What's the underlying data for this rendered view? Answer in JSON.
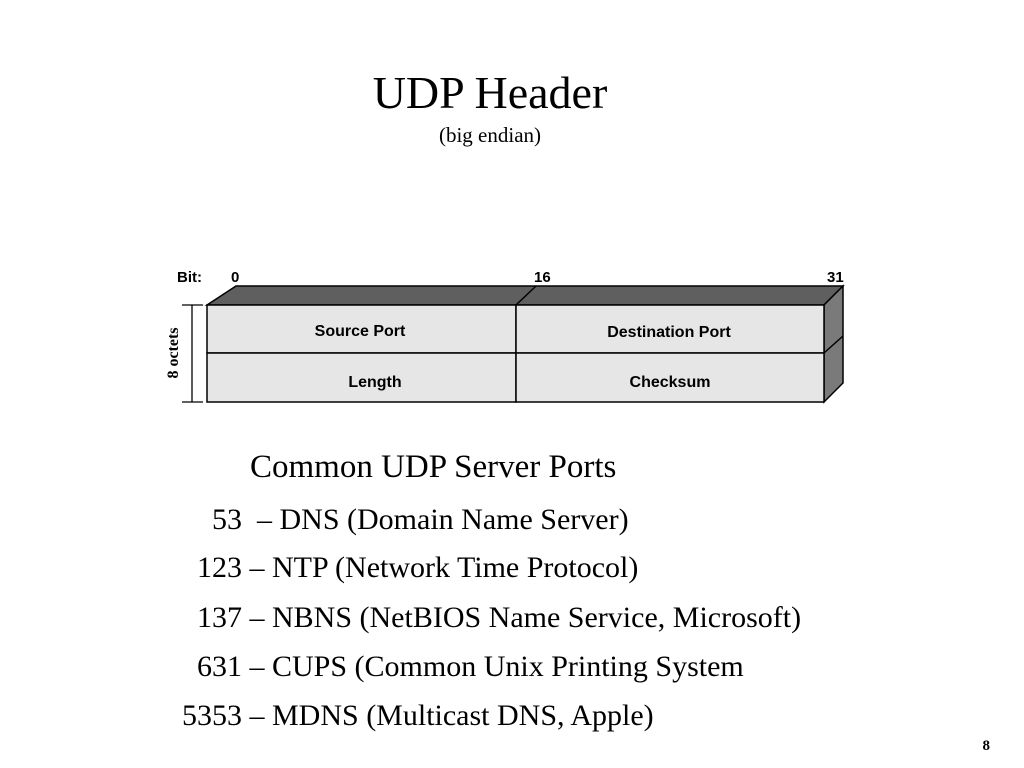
{
  "slide": {
    "title": "UDP Header",
    "subtitle": "(big endian)",
    "page_number": "8"
  },
  "diagram": {
    "bit_label": "Bit:",
    "bit_marks": [
      "0",
      "16",
      "31"
    ],
    "side_label": "8 octets",
    "fields": {
      "source_port": "Source Port",
      "destination_port": "Destination Port",
      "length": "Length",
      "checksum": "Checksum"
    },
    "colors": {
      "face": "#e6e6e6",
      "top": "#5f5f5f",
      "side": "#7a7a7a",
      "stroke": "#000000"
    }
  },
  "ports": {
    "heading": "Common UDP Server Ports",
    "items": [
      {
        "number": "53",
        "description": " – DNS (Domain Name Server)"
      },
      {
        "number": "123",
        "description": "– NTP (Network Time Protocol)"
      },
      {
        "number": "137",
        "description": "– NBNS (NetBIOS Name Service, Microsoft)"
      },
      {
        "number": "631",
        "description": "– CUPS (Common Unix Printing System"
      },
      {
        "number": "5353",
        "description": "– MDNS (Multicast DNS, Apple)"
      }
    ]
  }
}
